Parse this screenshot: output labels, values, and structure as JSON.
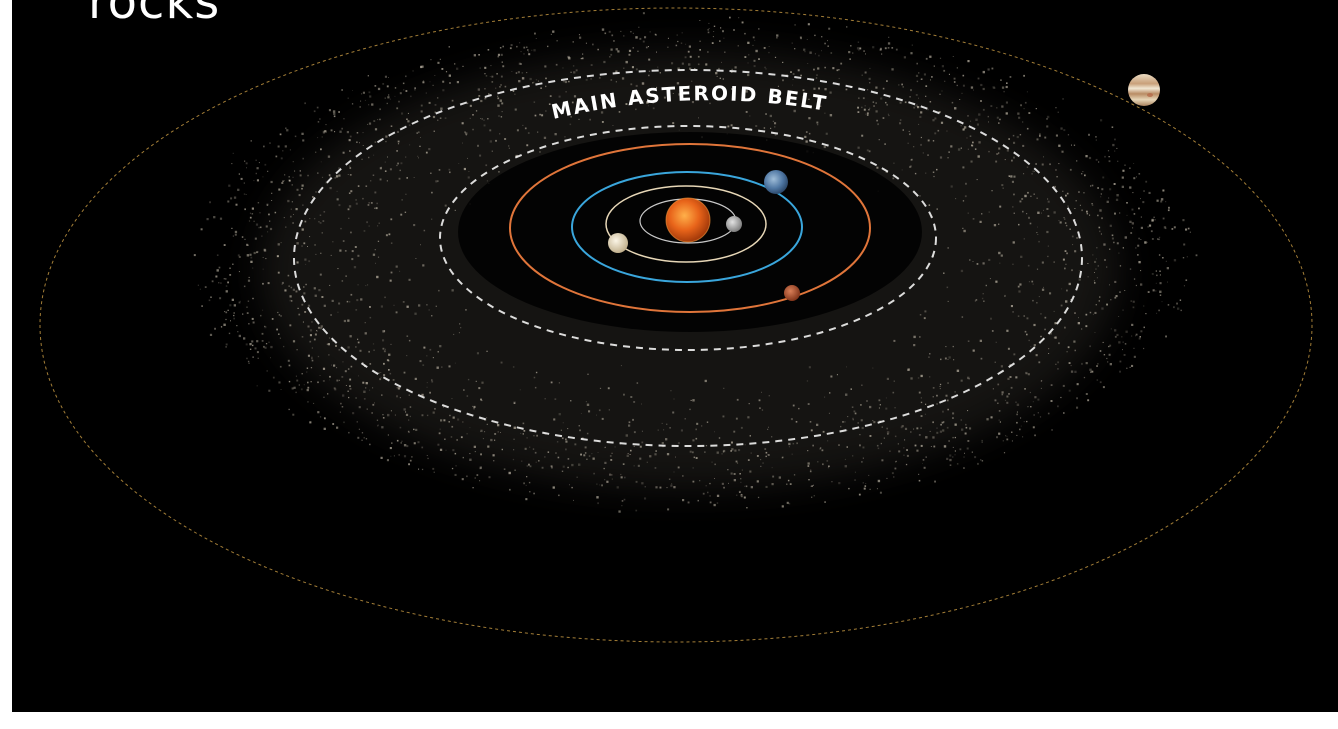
{
  "heading": "rocks",
  "diagram": {
    "belt_label": "MAIN ASTEROID BELT",
    "credit": "",
    "bodies": [
      {
        "name": "sun",
        "color": "#e8641a"
      },
      {
        "name": "mercury",
        "color": "#a9a9a9"
      },
      {
        "name": "venus",
        "color": "#e9dcc0"
      },
      {
        "name": "earth",
        "color": "#4f77a3"
      },
      {
        "name": "mars",
        "color": "#b5522f"
      },
      {
        "name": "jupiter",
        "color": "#d7bb93"
      }
    ],
    "orbit_colors": {
      "mercury": "#c9c9c9",
      "venus": "#e7d7b7",
      "earth": "#3aa6dc",
      "mars": "#e0753a",
      "jupiter": "#d9a84a",
      "belt_boundary": "#ffffff"
    },
    "belt_color": "#cfc6b4",
    "background": "#000000"
  }
}
